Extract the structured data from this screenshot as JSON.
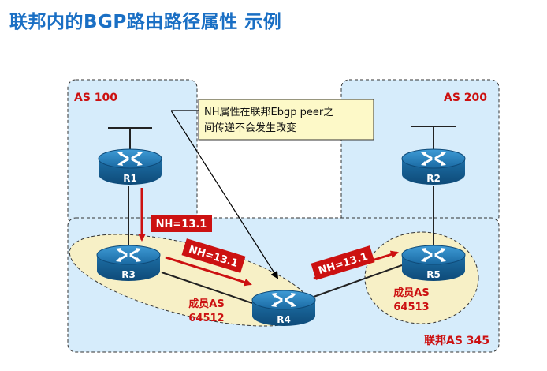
{
  "title": "联邦内的BGP路由路径属性 示例",
  "as_labels": {
    "as100": "AS 100",
    "as200": "AS 200",
    "confed": "联邦AS 345"
  },
  "routers": {
    "r1": "R1",
    "r2": "R2",
    "r3": "R3",
    "r4": "R4",
    "r5": "R5"
  },
  "member_as": {
    "left": {
      "line1": "成员AS",
      "line2": "64512"
    },
    "right": {
      "line1": "成员AS",
      "line2": "64513"
    }
  },
  "next_hop_labels": {
    "r1_to_r3": "NH=13.1",
    "r3_to_r4": "NH=13.1",
    "r4_to_r5": "NH=13.1"
  },
  "note": {
    "line1": "NH属性在联邦Ebgp peer之",
    "line2": "间传递不会发生改变"
  },
  "colors": {
    "title": "#1a6fc4",
    "as_box_fill": "#d6ecfb",
    "member_fill": "#f7f0c6",
    "accent_red": "#cc1111",
    "router_blue": "#1e6fa8"
  }
}
